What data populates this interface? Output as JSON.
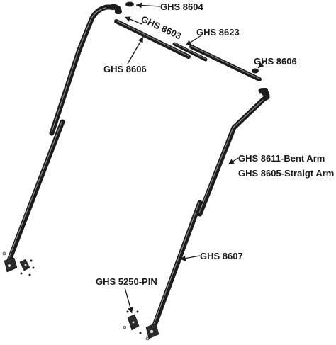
{
  "callouts": {
    "ghs_8604": "GHS 8604",
    "ghs_8603": "GHS 8603",
    "ghs_8623": "GHS 8623",
    "ghs_8606_left": "GHS 8606",
    "ghs_8606_right": "GHS 8606",
    "ghs_8611": "GHS 8611-Bent Arm",
    "ghs_8605": "GHS 8605-Straigt Arm",
    "ghs_8607": "GHS 8607",
    "ghs_5250": "GHS 5250-PIN"
  },
  "colors": {
    "rod": "#1c1c1c",
    "rod_highlight": "#8a8a8a",
    "text": "#1a1a1a",
    "background": "#ffffff"
  }
}
